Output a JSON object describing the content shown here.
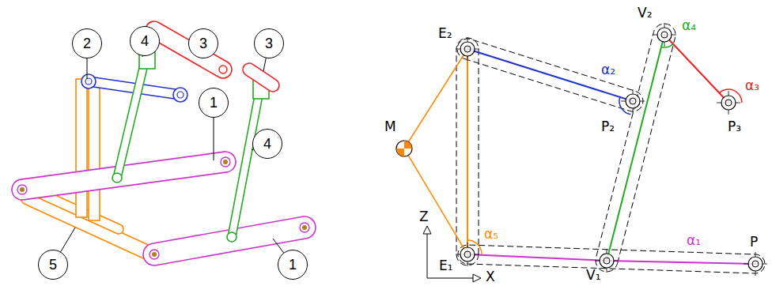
{
  "diagram": {
    "nodes": [
      {
        "text": [
          "2"
        ]
      },
      {
        "text": [
          "4"
        ]
      },
      {
        "text": [
          "3"
        ]
      },
      {
        "text": [
          "3"
        ]
      },
      {
        "text": [
          "1"
        ]
      },
      {
        "text": [
          "4"
        ]
      },
      {
        "text": [
          "5"
        ]
      },
      {
        "text": [
          "1"
        ]
      }
    ],
    "labels": [
      "E₂",
      "M",
      "E₁",
      "V₁",
      "P",
      "V₂",
      "P₂",
      "P₃",
      "α₁",
      "α₂",
      "α₃",
      "α₄",
      "α₅",
      "Z",
      "X"
    ]
  }
}
